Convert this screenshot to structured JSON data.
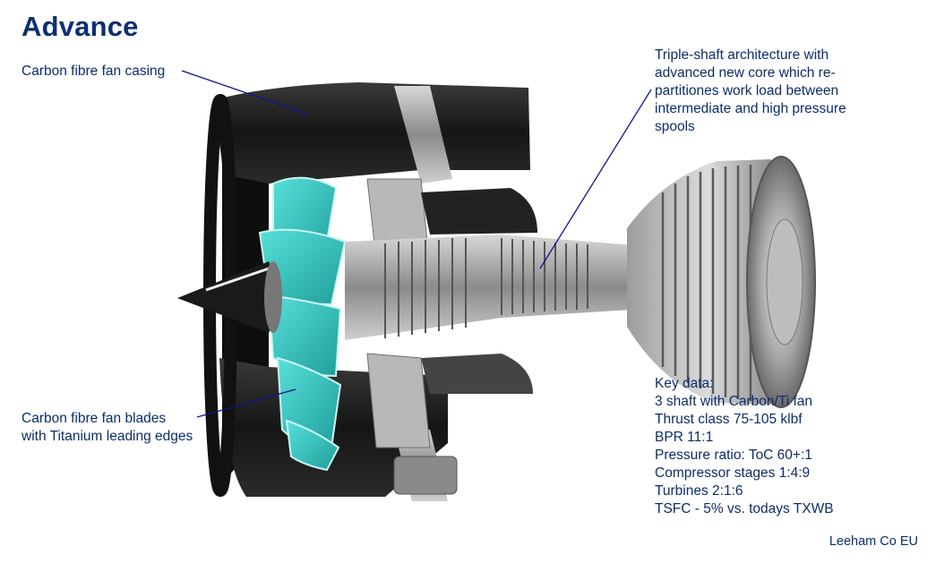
{
  "title": "Advance",
  "labels": {
    "casing": "Carbon fibre fan casing",
    "blades_line1": "Carbon fibre fan blades",
    "blades_line2": "with Titanium leading edges",
    "architecture": "Triple-shaft  architecture with advanced new core which re-partitiones work load between intermediate and high pressure spools"
  },
  "key_data": {
    "heading": "Key data:",
    "items": [
      "3 shaft with Carbon/Ti fan",
      "Thrust class 75-105 klbf",
      "BPR 11:1",
      "Pressure ratio: ToC 60+:1",
      "Compressor stages 1:4:9",
      "Turbines 2:1:6",
      "TSFC - 5% vs. todays TXWB"
    ]
  },
  "credit": "Leeham Co EU",
  "colors": {
    "text": "#0d2d6b",
    "fan_blade": "#3cc8c4",
    "casing": "#1c1c1c",
    "metal": "#9a9a9a",
    "leader_line": "#14148c"
  }
}
